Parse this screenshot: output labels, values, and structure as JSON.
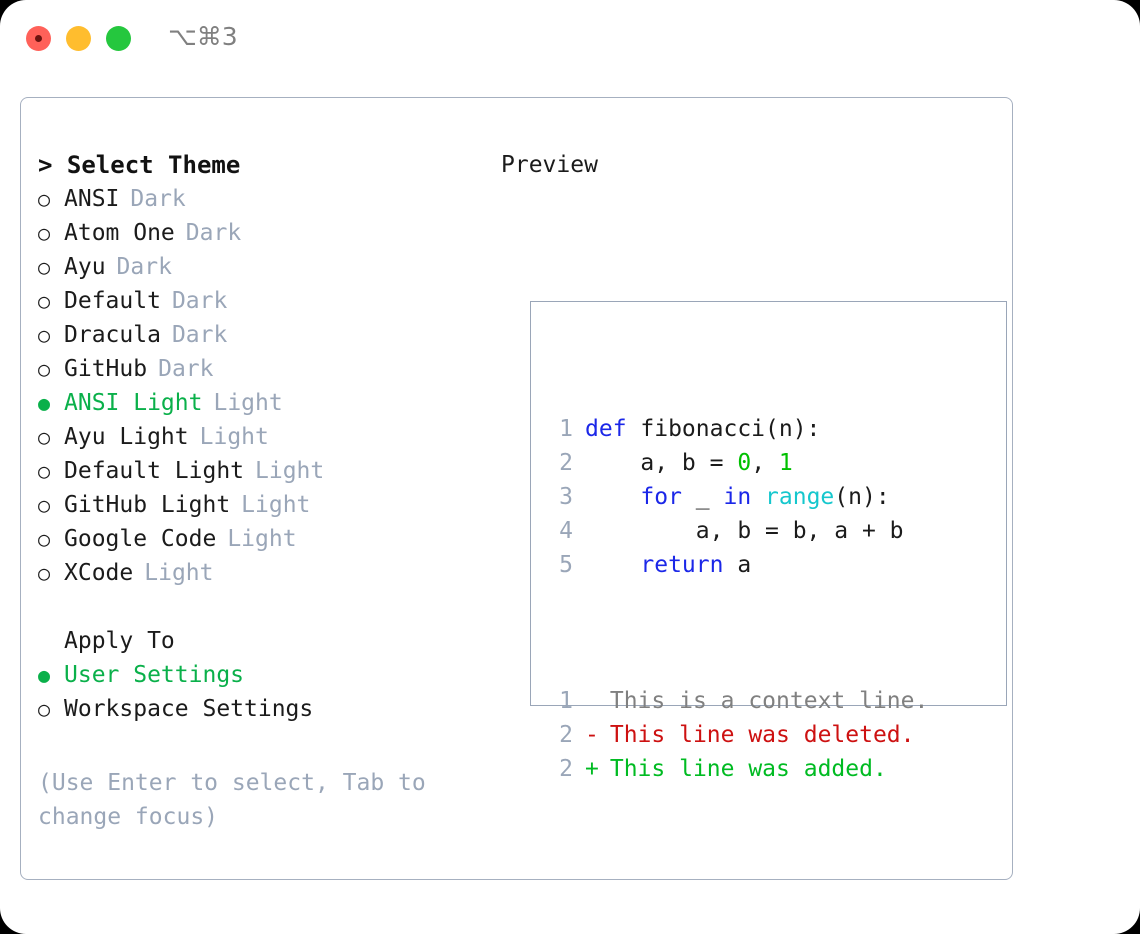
{
  "window": {
    "shortcut_label": "⌥⌘3",
    "traffic_lights": [
      "close",
      "minimize",
      "zoom"
    ]
  },
  "theme_list": {
    "title": "> Select Theme",
    "items": [
      {
        "marker": "○",
        "name": "ANSI",
        "variant": "Dark",
        "selected": false
      },
      {
        "marker": "○",
        "name": "Atom One",
        "variant": "Dark",
        "selected": false
      },
      {
        "marker": "○",
        "name": "Ayu",
        "variant": "Dark",
        "selected": false
      },
      {
        "marker": "○",
        "name": "Default",
        "variant": "Dark",
        "selected": false
      },
      {
        "marker": "○",
        "name": "Dracula",
        "variant": "Dark",
        "selected": false
      },
      {
        "marker": "○",
        "name": "GitHub",
        "variant": "Dark",
        "selected": false
      },
      {
        "marker": "●",
        "name": "ANSI Light",
        "variant": "Light",
        "selected": true
      },
      {
        "marker": "○",
        "name": "Ayu Light",
        "variant": "Light",
        "selected": false
      },
      {
        "marker": "○",
        "name": "Default Light",
        "variant": "Light",
        "selected": false
      },
      {
        "marker": "○",
        "name": "GitHub Light",
        "variant": "Light",
        "selected": false
      },
      {
        "marker": "○",
        "name": "Google Code",
        "variant": "Light",
        "selected": false
      },
      {
        "marker": "○",
        "name": "XCode",
        "variant": "Light",
        "selected": false
      }
    ]
  },
  "apply_to": {
    "title": "Apply To",
    "items": [
      {
        "marker": "●",
        "name": "User Settings",
        "selected": true
      },
      {
        "marker": "○",
        "name": "Workspace Settings",
        "selected": false
      }
    ]
  },
  "hint": "(Use Enter to select, Tab to change focus)",
  "preview": {
    "title": "Preview",
    "code": {
      "lines": [
        {
          "no": "1",
          "tokens": [
            {
              "t": "def ",
              "c": "kw"
            },
            {
              "t": "fibonacci(n):",
              "c": "fn"
            }
          ]
        },
        {
          "no": "2",
          "tokens": [
            {
              "t": "    a, b = ",
              "c": "txt"
            },
            {
              "t": "0",
              "c": "num"
            },
            {
              "t": ", ",
              "c": "txt"
            },
            {
              "t": "1",
              "c": "num"
            }
          ]
        },
        {
          "no": "3",
          "tokens": [
            {
              "t": "    ",
              "c": "txt"
            },
            {
              "t": "for",
              "c": "kw"
            },
            {
              "t": " _ ",
              "c": "txt"
            },
            {
              "t": "in",
              "c": "kw"
            },
            {
              "t": " ",
              "c": "txt"
            },
            {
              "t": "range",
              "c": "bi"
            },
            {
              "t": "(n):",
              "c": "txt"
            }
          ]
        },
        {
          "no": "4",
          "tokens": [
            {
              "t": "        a, b = b, a + b",
              "c": "txt"
            }
          ]
        },
        {
          "no": "5",
          "tokens": [
            {
              "t": "    ",
              "c": "txt"
            },
            {
              "t": "return",
              "c": "kw"
            },
            {
              "t": " a",
              "c": "txt"
            }
          ]
        }
      ]
    },
    "diff": {
      "lines": [
        {
          "no": "1",
          "sign": " ",
          "text": "This is a context line.",
          "kind": "context"
        },
        {
          "no": "2",
          "sign": "-",
          "text": "This line was deleted.",
          "kind": "deleted"
        },
        {
          "no": "2",
          "sign": "+",
          "text": "This line was added.",
          "kind": "added"
        }
      ]
    }
  },
  "colors": {
    "accent_green": "#0ab04a",
    "muted": "#9aa6b8",
    "keyword": "#1b27e8",
    "builtin": "#15c7cd",
    "number": "#00c000",
    "diff_deleted": "#cd1111",
    "diff_added": "#00bb22",
    "border": "#a6b0c0"
  }
}
